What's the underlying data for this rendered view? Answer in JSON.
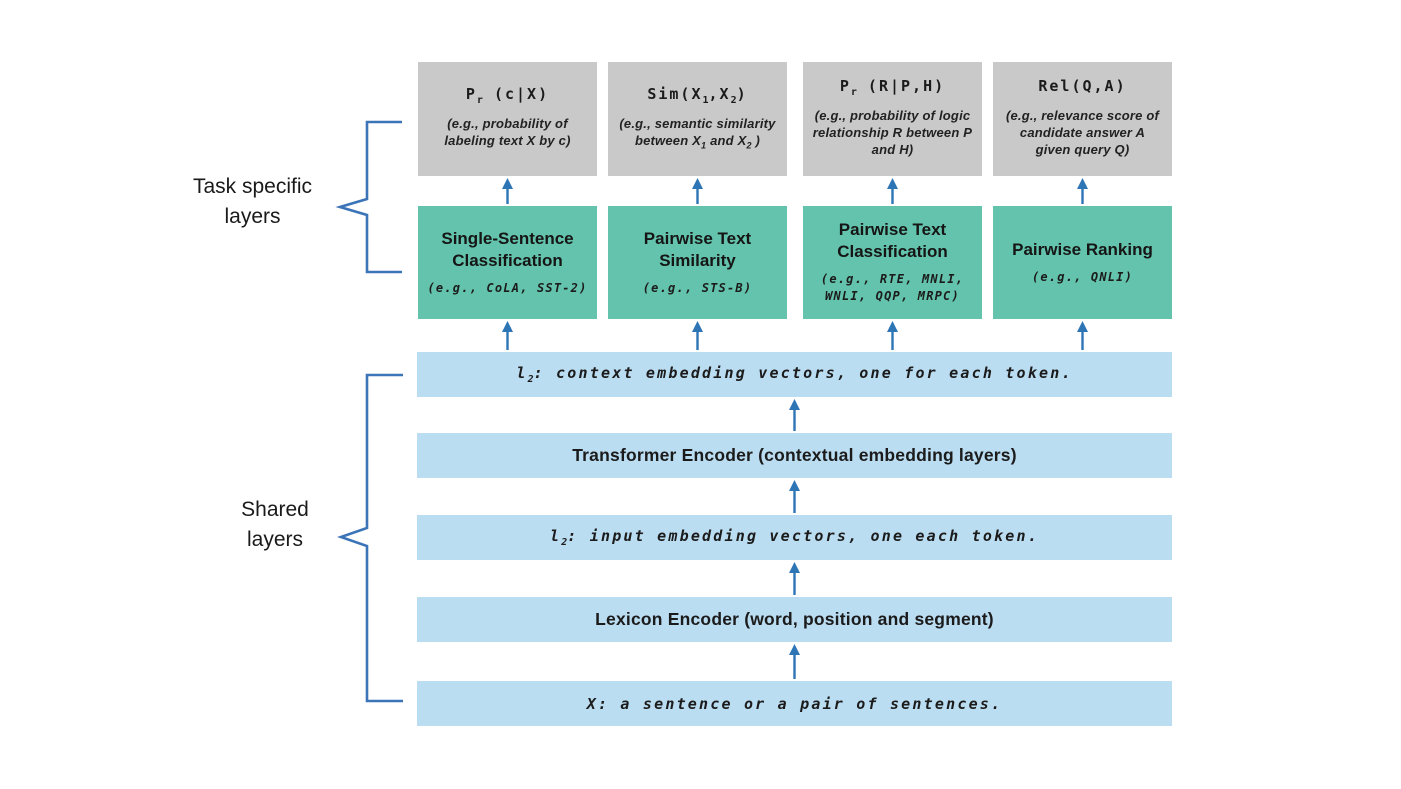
{
  "side": {
    "task_specific_line1": "Task specific",
    "task_specific_line2": "layers",
    "shared_line1": "Shared",
    "shared_line2": "layers"
  },
  "columns": [
    {
      "output_title": {
        "t1": "P",
        "s1": "r",
        "t2": " (c|X)"
      },
      "output_caption": {
        "t1": "(e.g., probability of labeling text X by c)"
      },
      "task_title": "Single-Sentence Classification",
      "task_caption": "(e.g., CoLA, SST-2)"
    },
    {
      "output_title": {
        "t1": "Sim(X",
        "s1": "1",
        "t2": ",X",
        "s2": "2",
        "t3": ")"
      },
      "output_caption": {
        "t1": "(e.g., semantic similarity between X",
        "s1": "1",
        "t2": " and X",
        "s2": "2",
        "t3": " )"
      },
      "task_title": "Pairwise Text Similarity",
      "task_caption": "(e.g., STS-B)"
    },
    {
      "output_title": {
        "t1": "P",
        "s1": "r",
        "t2": " (R|P,H)"
      },
      "output_caption": {
        "t1": "(e.g., probability of logic relationship R between P and H)"
      },
      "task_title": "Pairwise Text Classification",
      "task_caption": "(e.g., RTE, MNLI, WNLI, QQP, MRPC)"
    },
    {
      "output_title": {
        "t1": "Rel(Q,A)"
      },
      "output_caption": {
        "t1": "(e.g., relevance score of candidate answer A given query Q)"
      },
      "task_title": "Pairwise Ranking",
      "task_caption": "(e.g., QNLI)"
    }
  ],
  "shared_bars": [
    {
      "t1": "l",
      "s1": "2",
      "t2": ": context embedding vectors, one for each token."
    },
    {
      "t1": "Transformer Encoder (contextual embedding layers)"
    },
    {
      "t1": "l",
      "s1": "2",
      "t2": ": input embedding vectors, one each token."
    },
    {
      "t1": "Lexicon Encoder (word, position and segment)"
    },
    {
      "t1": "X: a sentence or a pair of sentences."
    }
  ],
  "colors": {
    "output_box": "#c9c9c9",
    "task_box": "#64c3ac",
    "shared_bar": "#bbddf2",
    "arrow": "#2e75b6",
    "brace": "#3c74b8",
    "text": "#1b1b1b"
  }
}
